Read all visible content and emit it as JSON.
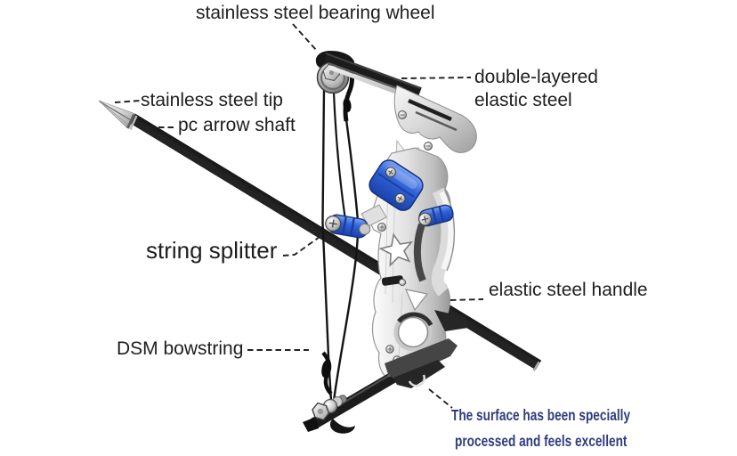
{
  "figure": {
    "description": "Mini triangle compound bow with stainless steel arrow, annotated product callout diagram",
    "background": "#ffffff"
  },
  "labels": {
    "bearing_wheel": "stainless steel bearing wheel",
    "tip": "stainless steel tip",
    "shaft": "pc arrow shaft",
    "limb_line1": "double-layered",
    "limb_line2": "elastic steel",
    "splitter": "string splitter",
    "handle": "elastic steel handle",
    "bowstring": "DSM bowstring",
    "note_line1": "The surface has been specially",
    "note_line2": "processed and feels excellent"
  },
  "colors": {
    "label_text": "#1e1e1e",
    "note_text": "#2f3d7c",
    "accent_blue": "#2e62d8",
    "steel_light": "#f2f2f2",
    "steel_dark": "#8a8a8a",
    "limb_black": "#171717"
  }
}
